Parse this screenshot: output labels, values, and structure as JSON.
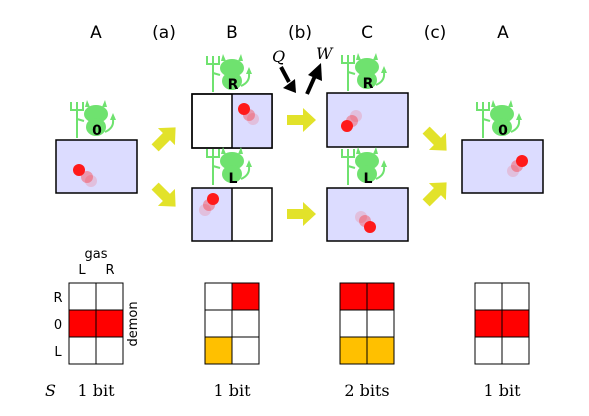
{
  "headers": {
    "state_a_left": "A",
    "step_a": "(a)",
    "state_b": "B",
    "step_b": "(b)",
    "state_c": "C",
    "step_c": "(c)",
    "state_a_right": "A"
  },
  "flow_labels": {
    "heat": "Q",
    "work": "W"
  },
  "demon_labels": {
    "a_left": "0",
    "b_top": "R",
    "b_bottom": "L",
    "c_top": "R",
    "c_bottom": "L",
    "a_right": "0"
  },
  "grid_axes": {
    "gas_title": "gas",
    "gas_left": "L",
    "gas_right": "R",
    "demon_title": "demon",
    "row_r": "R",
    "row_0": "0",
    "row_l": "L"
  },
  "entropy": {
    "symbol": "S",
    "a_left": "1 bit",
    "b": "1 bit",
    "c": "2 bits",
    "a_right": "1 bit"
  },
  "colors": {
    "box_fill": "#dcdcff",
    "ball": "#ff1a1a",
    "demon": "#6fe26f",
    "arrow": "#e2e22a",
    "cell_red": "#ff0000",
    "cell_orange": "#ffc000"
  },
  "grid_cells": {
    "a_left": [
      [
        "",
        ""
      ],
      [
        "red",
        "red"
      ],
      [
        "",
        ""
      ]
    ],
    "b": [
      [
        "",
        "red"
      ],
      [
        "",
        ""
      ],
      [
        "orange",
        ""
      ]
    ],
    "c": [
      [
        "red",
        "red"
      ],
      [
        "",
        ""
      ],
      [
        "orange",
        "orange"
      ]
    ],
    "a_right": [
      [
        "",
        ""
      ],
      [
        "red",
        "red"
      ],
      [
        "",
        ""
      ]
    ]
  }
}
